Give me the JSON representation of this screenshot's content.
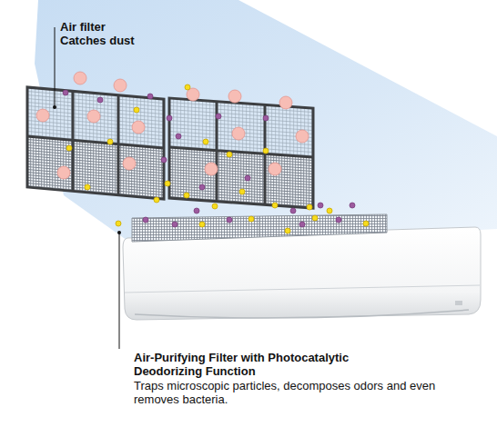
{
  "diagram": {
    "labels": [
      "Air filter Catches dust",
      "Air-Purifying Filter with Photocatalytic Deodorizing Function",
      "Traps microscopic particles, decomposes odors and even removes bacteria."
    ]
  }
}
